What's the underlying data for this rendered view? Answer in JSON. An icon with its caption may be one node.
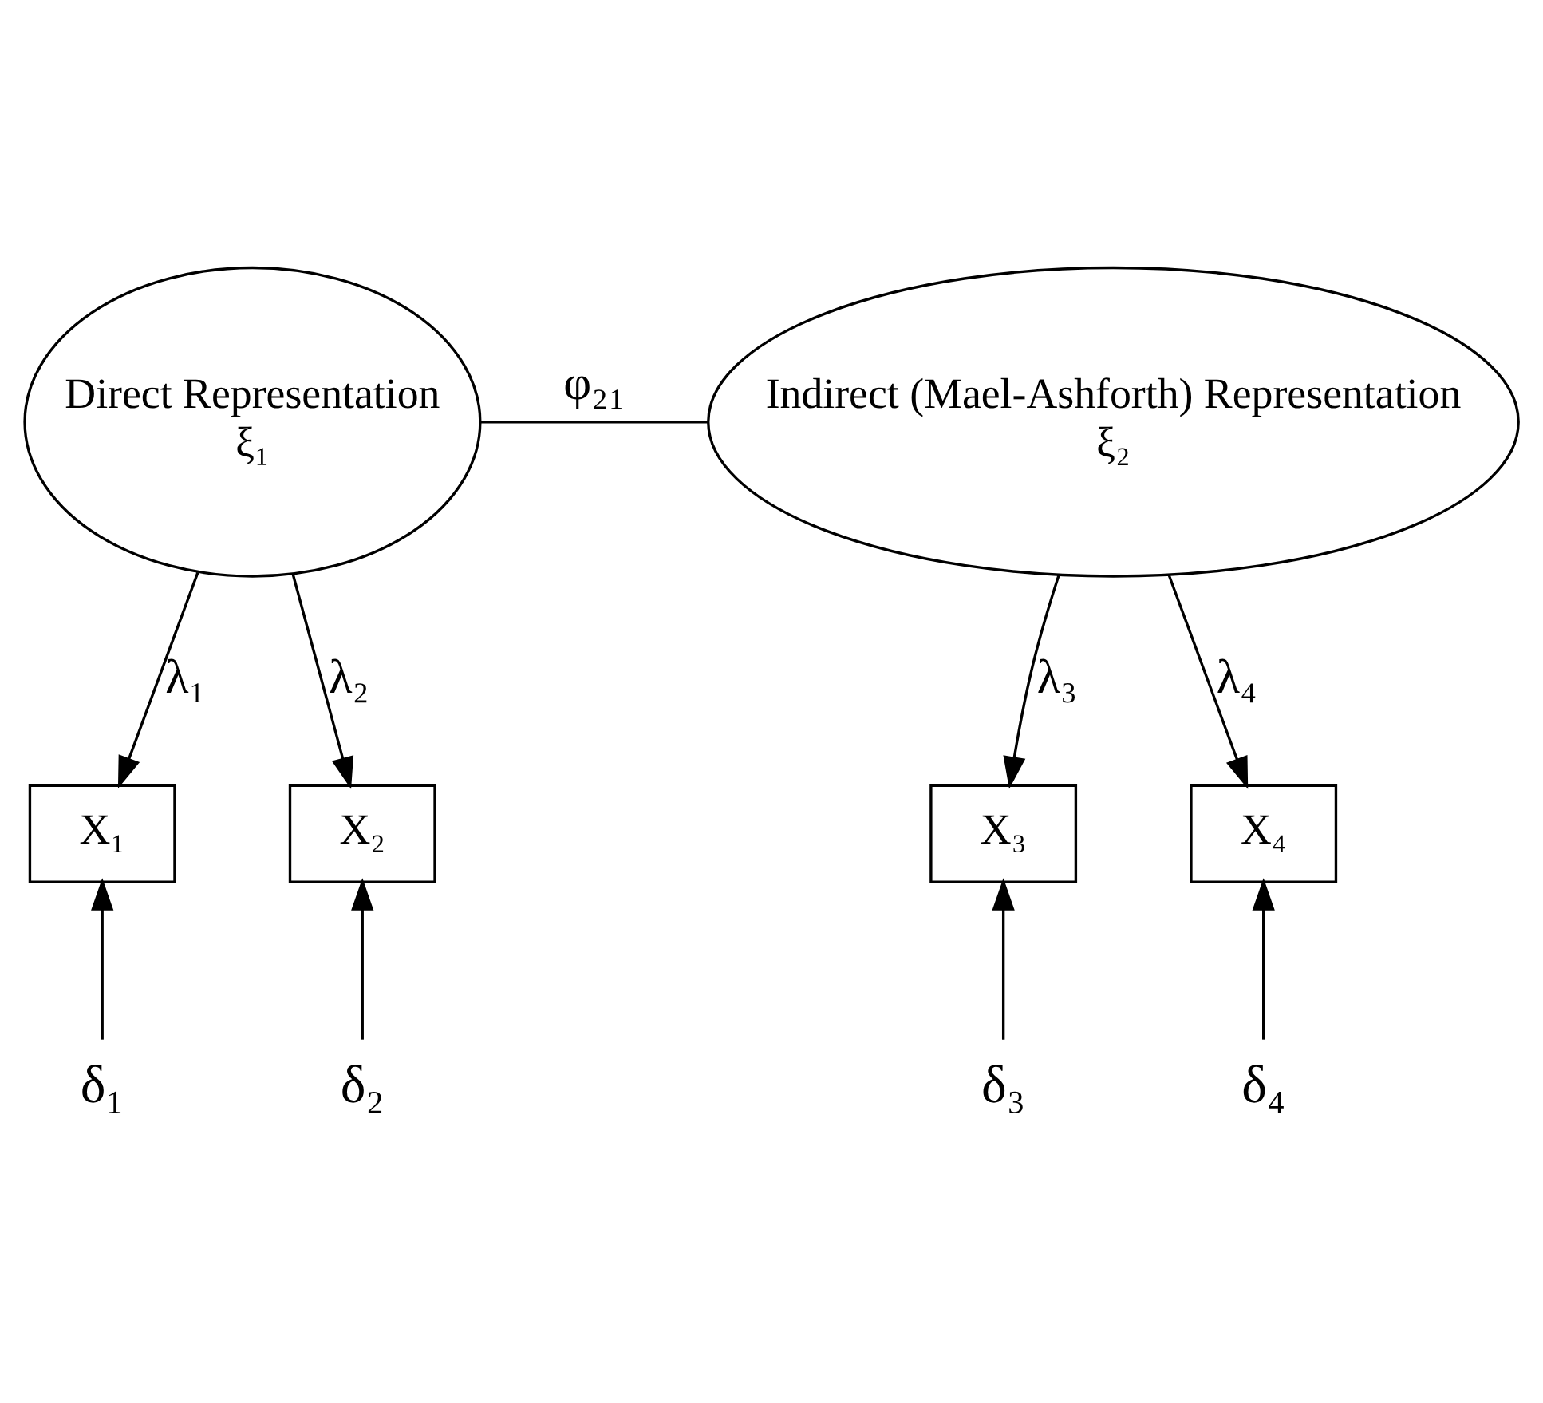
{
  "diagram": {
    "nodes": [
      {
        "text": [
          "Direct Representation",
          "ξ₁"
        ]
      },
      {
        "text": [
          "Indirect (Mael-Ashforth) Representation",
          "ξ₂"
        ]
      },
      {
        "text": [
          "X₁"
        ]
      },
      {
        "text": [
          "X₂"
        ]
      },
      {
        "text": [
          "X₃"
        ]
      },
      {
        "text": [
          "X₄"
        ]
      },
      {
        "text": [
          "δ₁"
        ]
      },
      {
        "text": [
          "δ₂"
        ]
      },
      {
        "text": [
          "δ₃"
        ]
      },
      {
        "text": [
          "δ₄"
        ]
      }
    ],
    "edges": [
      {
        "from": 0,
        "to": 1,
        "arrow": "none",
        "label": "φ₂₁"
      },
      {
        "from": 0,
        "to": 2,
        "arrow": "to",
        "label": "λ₁"
      },
      {
        "from": 0,
        "to": 3,
        "arrow": "to",
        "label": "λ₂"
      },
      {
        "from": 1,
        "to": 4,
        "arrow": "to",
        "label": "λ₃"
      },
      {
        "from": 1,
        "to": 5,
        "arrow": "to",
        "label": "λ₄"
      },
      {
        "from": 6,
        "to": 2,
        "arrow": "to"
      },
      {
        "from": 7,
        "to": 3,
        "arrow": "to"
      },
      {
        "from": 8,
        "to": 4,
        "arrow": "to"
      },
      {
        "from": 9,
        "to": 5,
        "arrow": "to"
      }
    ]
  }
}
